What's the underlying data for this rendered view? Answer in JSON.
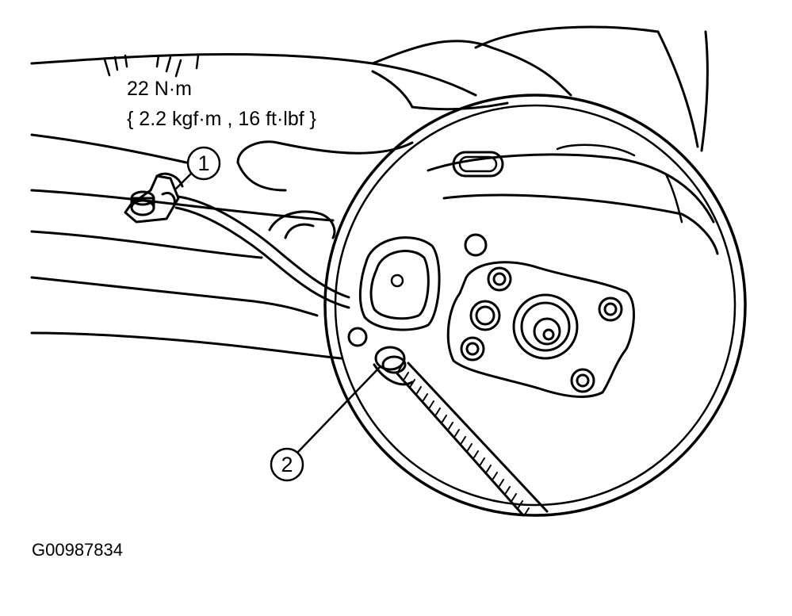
{
  "torque_spec": {
    "line1": "22 N·m",
    "line2": "{ 2.2 kgf·m , 16 ft·lbf }"
  },
  "callouts": [
    {
      "number": "1"
    },
    {
      "number": "2"
    }
  ],
  "figure_id": "G00987834",
  "colors": {
    "line": "#000000",
    "background": "#ffffff"
  }
}
